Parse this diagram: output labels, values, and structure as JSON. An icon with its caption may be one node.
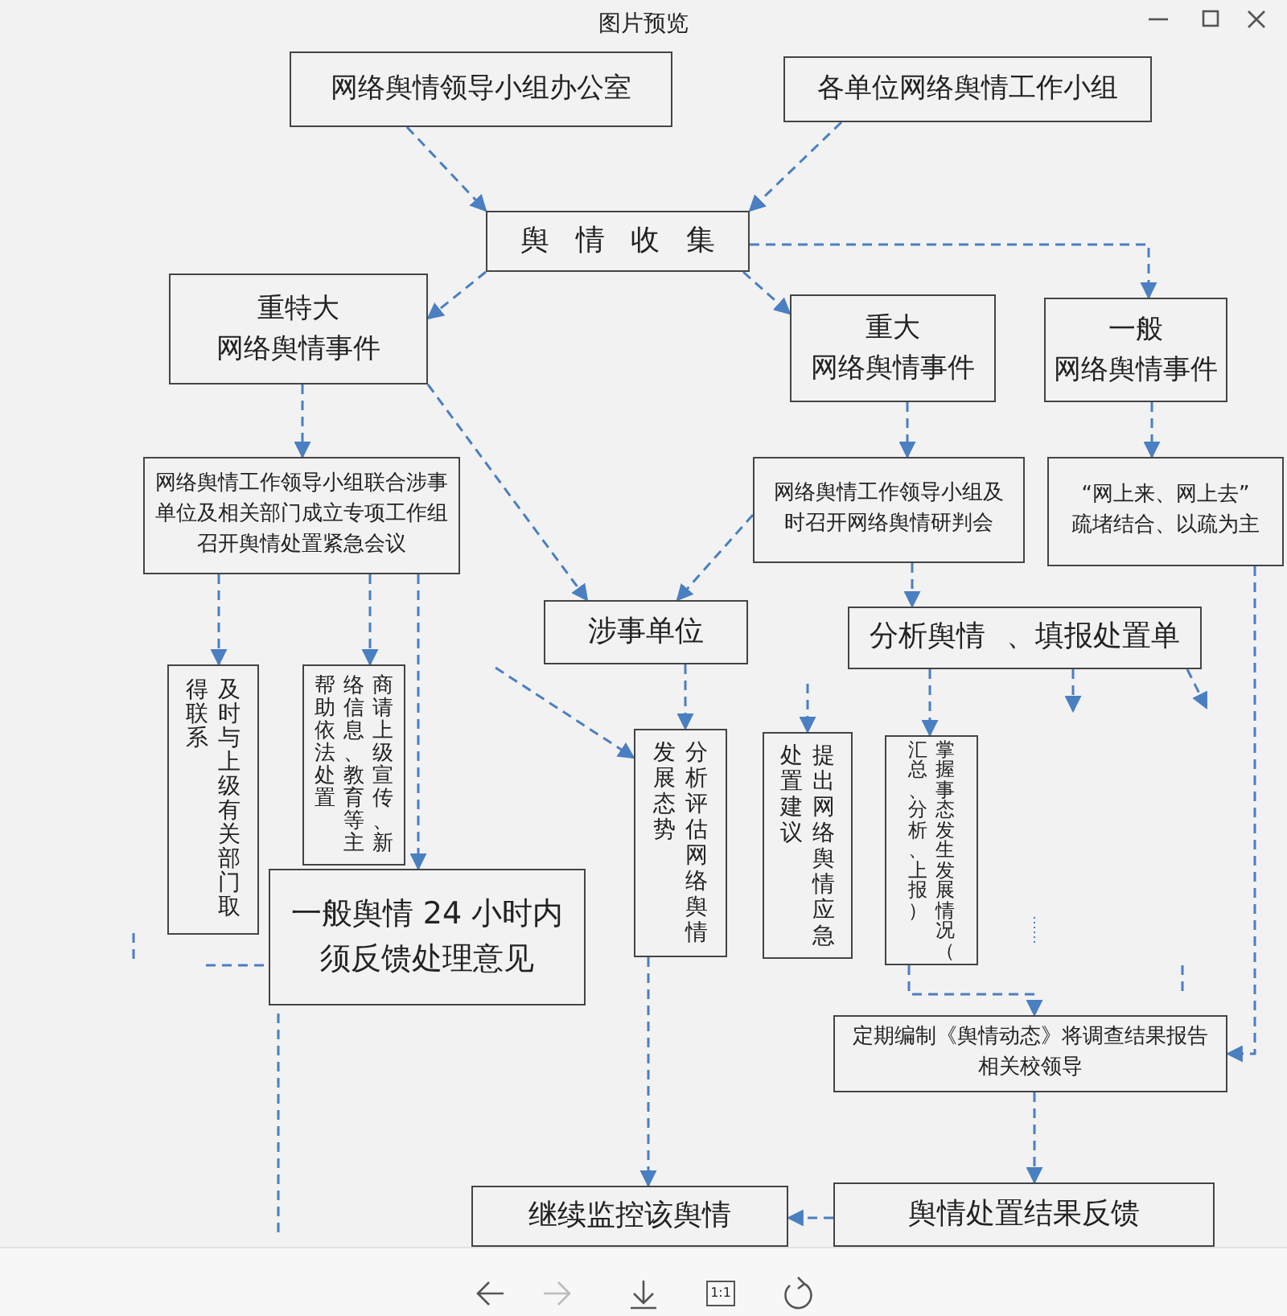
{
  "diagram": {
    "title": "图片预览",
    "nodes": [
      {
        "text": [
          "网络舆情领导小组办公室"
        ]
      },
      {
        "text": [
          "各单位网络舆情工作小组"
        ]
      },
      {
        "text": [
          "舆情收集"
        ]
      },
      {
        "text": [
          "重特大",
          "网络舆情事件"
        ]
      },
      {
        "text": [
          "重大",
          "网络舆情事件"
        ]
      },
      {
        "text": [
          "一般",
          "网络舆情事件"
        ]
      },
      {
        "text": [
          "网络舆情工作领导小组联合涉事单位及相关部门成立专项工作组召开舆情处置紧急会议"
        ]
      },
      {
        "text": [
          "网络舆情工作领导小组及时召开网络舆情研判会"
        ]
      },
      {
        "text": [
          "“网上来、网上去”",
          "疏堵结合、以疏为主"
        ]
      },
      {
        "text": [
          "涉事单位"
        ]
      },
      {
        "text": [
          "分析舆情 、填报处置单"
        ]
      },
      {
        "text": [
          "及时与上级有关部门取得联系"
        ]
      },
      {
        "text": [
          "商请上级宣传、新络信息、教育等主帮助依法处置"
        ]
      },
      {
        "text": [
          "一般舆情 24 小时内须反馈处理意见"
        ]
      },
      {
        "text": [
          "分析评估网络舆情发展态势"
        ]
      },
      {
        "text": [
          "提出网络舆情应急处置建议"
        ]
      },
      {
        "text": [
          "掌握事态发生发展情况（汇总、分析、上报）"
        ]
      },
      {
        "text": [
          "定期编制《舆情动态》将调查结果报告相关校领导"
        ]
      },
      {
        "text": [
          "继续监控该舆情"
        ]
      },
      {
        "text": [
          "舆情处置结果反馈"
        ]
      }
    ],
    "edges": [
      {
        "from": 0,
        "to": 2,
        "arrow": "to"
      },
      {
        "from": 1,
        "to": 2,
        "arrow": "to"
      },
      {
        "from": 2,
        "to": 5,
        "arrow": "to"
      },
      {
        "from": 2,
        "to": 3,
        "arrow": "to"
      },
      {
        "from": 2,
        "to": 4,
        "arrow": "to"
      },
      {
        "from": 3,
        "to": 6,
        "arrow": "to"
      },
      {
        "from": 3,
        "to": 9,
        "arrow": "to"
      },
      {
        "from": 4,
        "to": 7,
        "arrow": "to"
      },
      {
        "from": 5,
        "to": 8,
        "arrow": "to"
      },
      {
        "from": 7,
        "to": 9,
        "arrow": "to"
      },
      {
        "from": 7,
        "to": 10,
        "arrow": "to"
      },
      {
        "from": 6,
        "to": 11,
        "arrow": "to"
      },
      {
        "from": 6,
        "to": 12,
        "arrow": "to"
      },
      {
        "from": 6,
        "to": 13,
        "arrow": "to"
      },
      {
        "from": 9,
        "to": 14,
        "arrow": "to"
      },
      {
        "from": null,
        "to": 15,
        "arrow": "to"
      },
      {
        "from": 10,
        "to": 16,
        "arrow": "to"
      },
      {
        "from": 10,
        "to": null,
        "arrow": "to"
      },
      {
        "from": 10,
        "to": null,
        "arrow": "to"
      },
      {
        "from": null,
        "to": 14,
        "arrow": "to"
      },
      {
        "from": 16,
        "to": 17,
        "arrow": "to"
      },
      {
        "from": 8,
        "to": 17,
        "arrow": "to"
      },
      {
        "from": 17,
        "to": 19,
        "arrow": "to"
      },
      {
        "from": 14,
        "to": 18,
        "arrow": "to"
      },
      {
        "from": 19,
        "to": 18,
        "arrow": "to"
      }
    ],
    "labels": [
      "1:1"
    ]
  }
}
